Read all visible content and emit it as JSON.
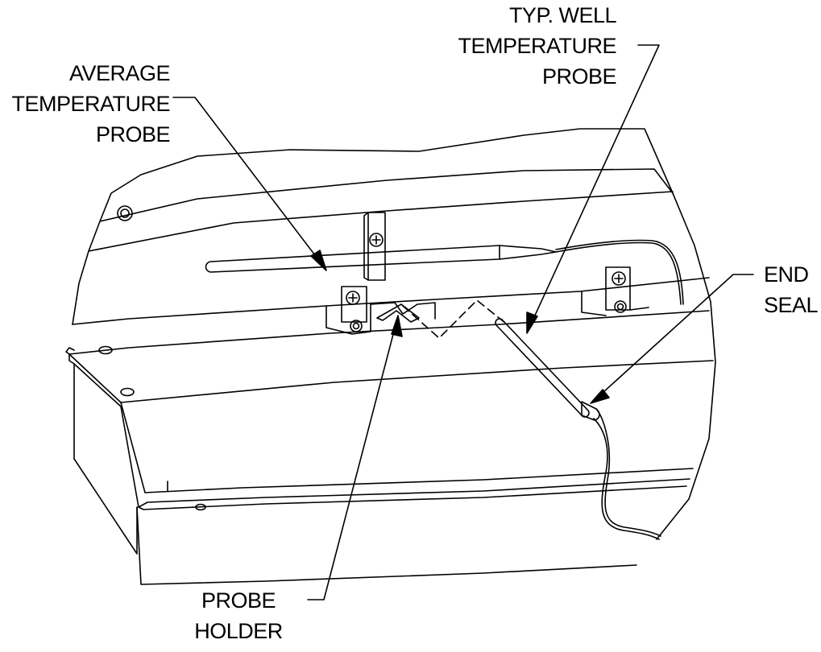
{
  "labels": {
    "average_probe": {
      "line1": "AVERAGE",
      "line2": "TEMPERATURE",
      "line3": "PROBE"
    },
    "well_probe": {
      "line1": "TYP. WELL",
      "line2": "TEMPERATURE",
      "line3": "PROBE"
    },
    "end_seal": {
      "line1": "END",
      "line2": "SEAL"
    },
    "probe_holder": {
      "line1": "PROBE",
      "line2": "HOLDER"
    }
  },
  "colors": {
    "line": "#000000",
    "background": "#ffffff"
  }
}
